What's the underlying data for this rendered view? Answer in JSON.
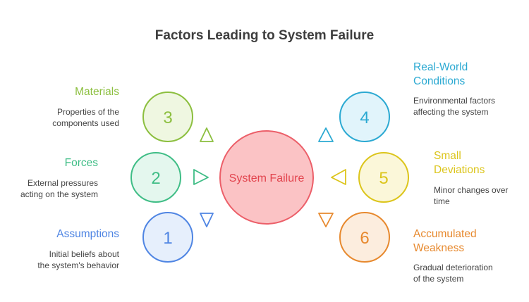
{
  "title": "Factors Leading to System Failure",
  "center": {
    "label": "System Failure",
    "fill": "#fbc3c5",
    "stroke": "#ec5f69",
    "text_color": "#e2444e"
  },
  "factors": [
    {
      "number": "1",
      "label": "Assumptions",
      "description": "Initial beliefs about the system's behavior",
      "color": "#4f85e3",
      "fill": "#e6effc"
    },
    {
      "number": "2",
      "label": "Forces",
      "description": "External pressures acting on the system",
      "color": "#3fbd86",
      "fill": "#e4f7ee"
    },
    {
      "number": "3",
      "label": "Materials",
      "description": "Properties of the components used",
      "color": "#8cbf3f",
      "fill": "#eff7e1"
    },
    {
      "number": "4",
      "label": "Real-World Conditions",
      "description": "Environmental factors affecting the system",
      "color": "#2ba9d2",
      "fill": "#e1f4fb"
    },
    {
      "number": "5",
      "label": "Small Deviations",
      "description": "Minor changes over time",
      "color": "#dcc51c",
      "fill": "#fbf7d9"
    },
    {
      "number": "6",
      "label": "Accumulated Weakness",
      "description": "Gradual deterioration of the system",
      "color": "#e7892e",
      "fill": "#fcedde"
    }
  ]
}
